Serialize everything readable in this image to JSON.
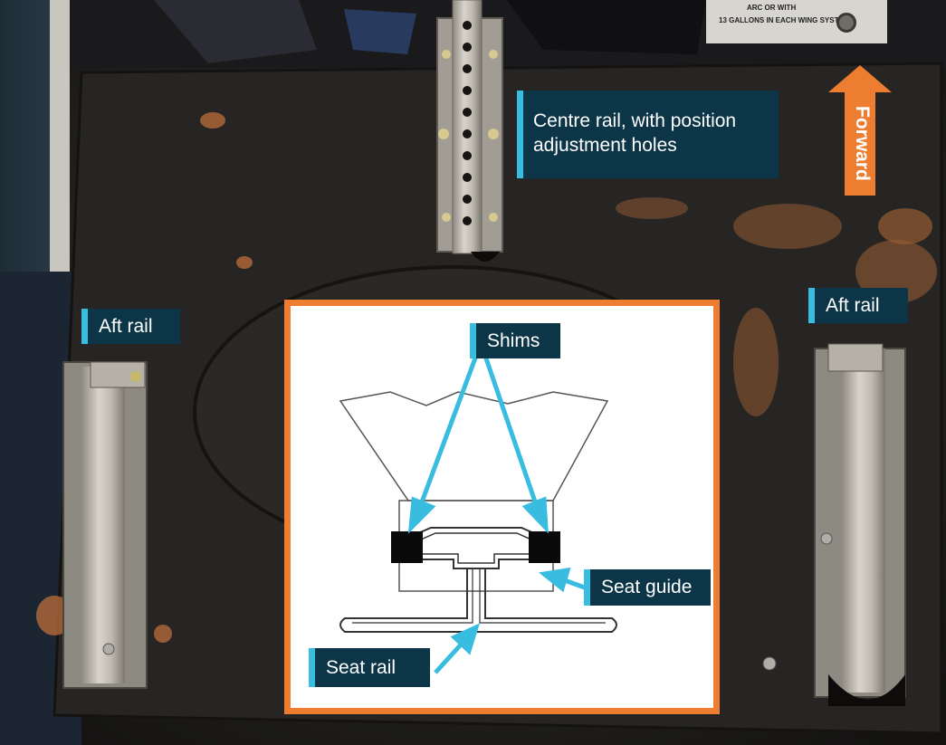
{
  "labels": {
    "centre_rail": "Centre rail, with position adjustment holes",
    "aft_rail_left": "Aft rail",
    "aft_rail_right": "Aft rail",
    "shims": "Shims",
    "seat_guide": "Seat guide",
    "seat_rail": "Seat rail",
    "forward": "Forward"
  },
  "placard": {
    "line_1": "ARC OR WITH",
    "line_2": "13 GALLONS IN EACH WING SYSTEM"
  },
  "colors": {
    "callout_bg": "#0c3547",
    "callout_accent": "#38bce0",
    "inset_border": "#ed7d31",
    "forward_arrow": "#ed7d31"
  },
  "icons": {
    "forward": "arrow-up-icon",
    "callout_pointer": "arrow-pointer-icon"
  }
}
